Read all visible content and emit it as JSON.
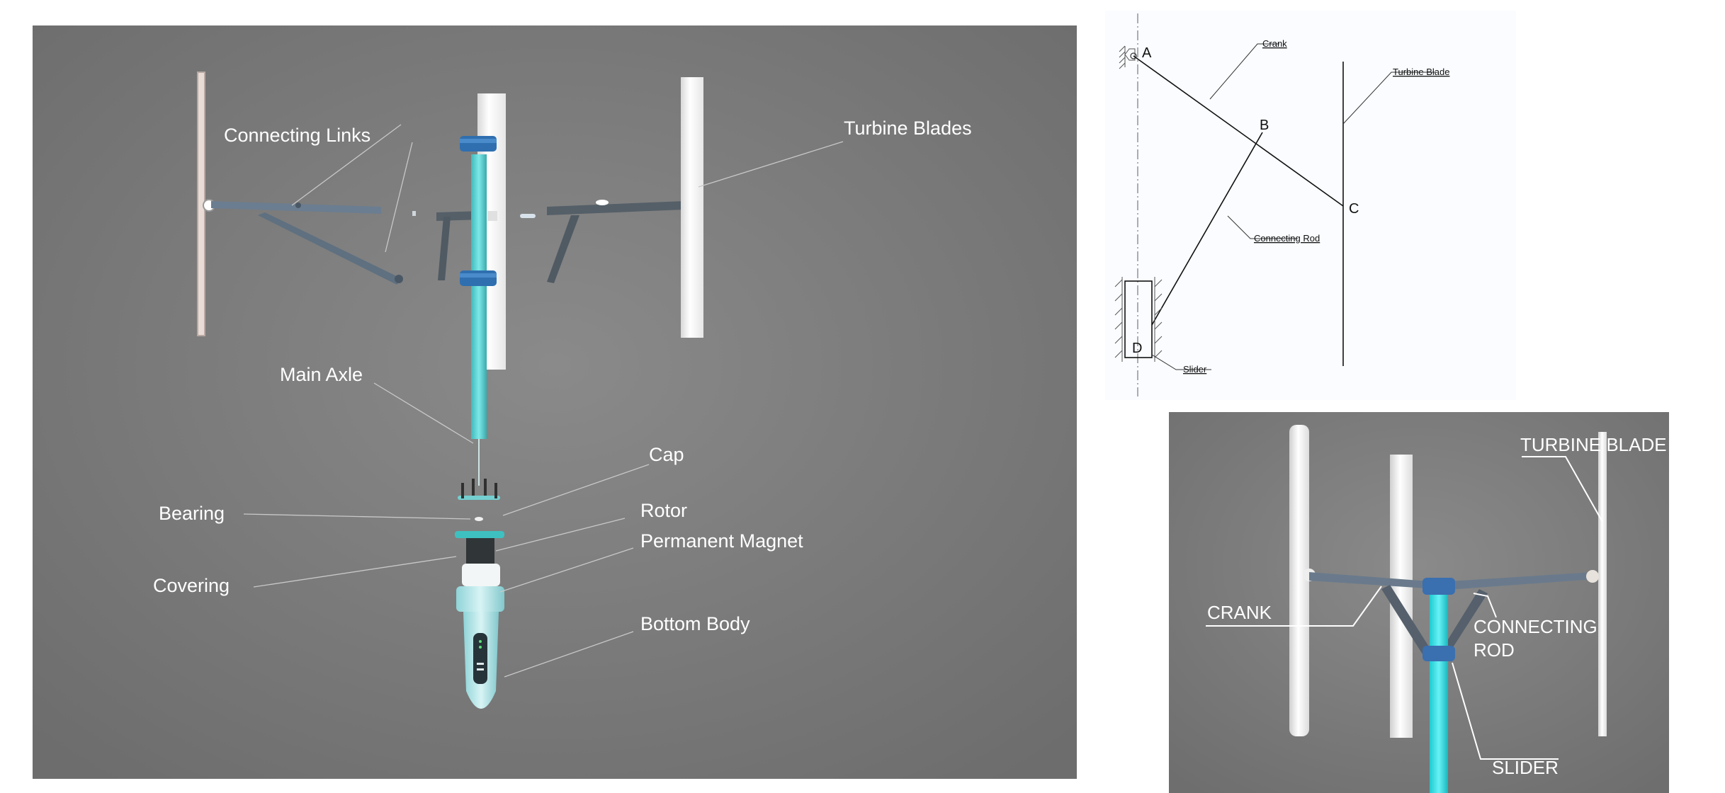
{
  "exploded_view": {
    "labels": {
      "connecting_links": "Connecting Links",
      "turbine_blades": "Turbine Blades",
      "main_axle": "Main Axle",
      "cap": "Cap",
      "bearing": "Bearing",
      "rotor": "Rotor",
      "permanent_magnet": "Permanent Magnet",
      "covering": "Covering",
      "bottom_body": "Bottom Body"
    }
  },
  "schematic": {
    "points": {
      "a": "A",
      "b": "B",
      "c": "C",
      "d": "D"
    },
    "labels": {
      "crank": "Crank",
      "turbine_blade": "Turbine Blade",
      "connecting_rod": "Connecting Rod",
      "slider": "Slider"
    }
  },
  "closeup": {
    "labels": {
      "turbine_blade": "TURBINE BLADE",
      "crank": "CRANK",
      "connecting_rod_line1": "CONNECTING",
      "connecting_rod_line2": "ROD",
      "slider": "SLIDER"
    }
  },
  "colors": {
    "backdrop": "#7a7a7a",
    "axle": "#5fd6d6",
    "clamp": "#2f6fb0",
    "link": "#6a7a8c",
    "blade": "#f4f4f4"
  }
}
